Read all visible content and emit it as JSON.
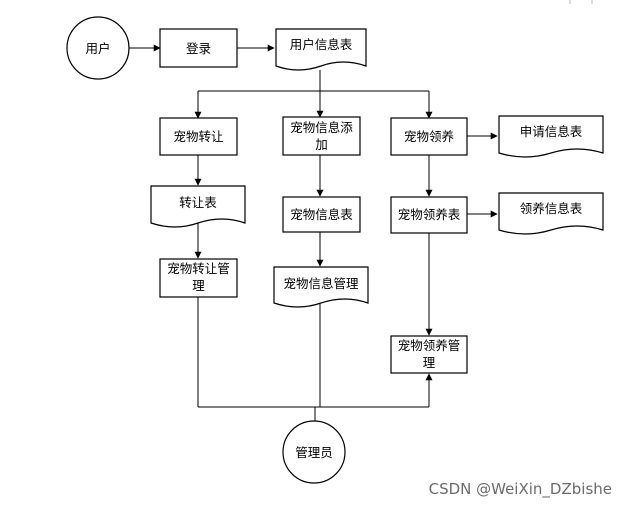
{
  "diagram": {
    "nodes": {
      "user": "用户",
      "login": "登录",
      "user_info_table": "用户信息表",
      "pet_transfer": "宠物转让",
      "pet_info_add_1": "宠物信息添",
      "pet_info_add_2": "加",
      "pet_adopt": "宠物领养",
      "apply_info_table": "申请信息表",
      "transfer_table": "转让表",
      "pet_info_table": "宠物信息表",
      "adopt_table": "宠物领养表",
      "adopt_info_table": "领养信息表",
      "transfer_manage_1": "宠物转让管",
      "transfer_manage_2": "理",
      "pet_info_manage": "宠物信息管理",
      "adopt_manage_1": "宠物领养管",
      "adopt_manage_2": "理",
      "admin": "管理员"
    }
  },
  "watermark": "CSDN @WeiXin_DZbishe",
  "colors": {
    "stroke": "#000000",
    "background": "#ffffff",
    "watermark": "#6b6b6b"
  }
}
